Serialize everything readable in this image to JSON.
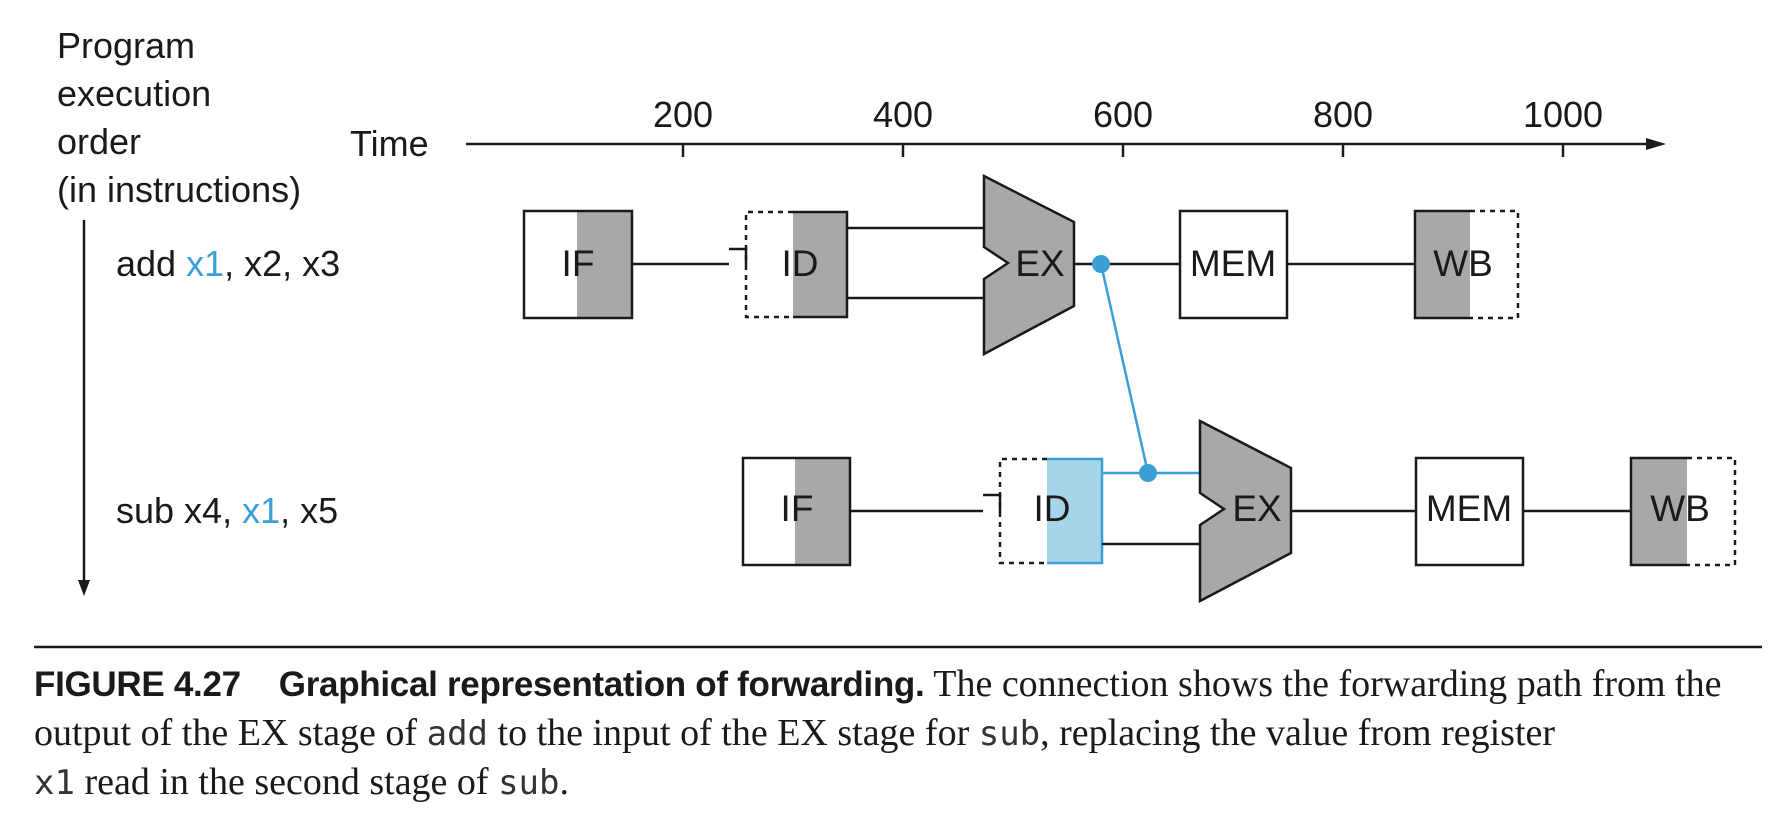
{
  "axis": {
    "order_label": [
      "Program",
      "execution",
      "order",
      "(in instructions)"
    ],
    "time_label": "Time",
    "ticks": [
      "200",
      "400",
      "600",
      "800",
      "1000"
    ]
  },
  "instructions": [
    {
      "parts": [
        {
          "text": "add ",
          "hl": false
        },
        {
          "text": "x1",
          "hl": true
        },
        {
          "text": ", x2, x3",
          "hl": false
        }
      ],
      "stages": [
        "IF",
        "ID",
        "EX",
        "MEM",
        "WB"
      ]
    },
    {
      "parts": [
        {
          "text": "sub x4, ",
          "hl": false
        },
        {
          "text": "x1",
          "hl": true
        },
        {
          "text": ", x5",
          "hl": false
        }
      ],
      "stages": [
        "IF",
        "ID",
        "EX",
        "MEM",
        "WB"
      ]
    }
  ],
  "colors": {
    "forward": "#3a9fd6",
    "forward_fill": "#a8d4ea",
    "stage_gray": "#a8a8a8",
    "ink": "#1a1a1a"
  },
  "caption": {
    "figure_number": "FIGURE 4.27",
    "title": "Graphical representation of forwarding.",
    "seg1": " The connection shows the forwarding path from the output of the EX stage of ",
    "code1": "add",
    "seg2": " to the input of the EX stage for ",
    "code2": "sub",
    "seg3": ", replacing the value from register ",
    "code3": "x1",
    "seg4": " read in the second stage of ",
    "code4": "sub",
    "seg5": "."
  }
}
